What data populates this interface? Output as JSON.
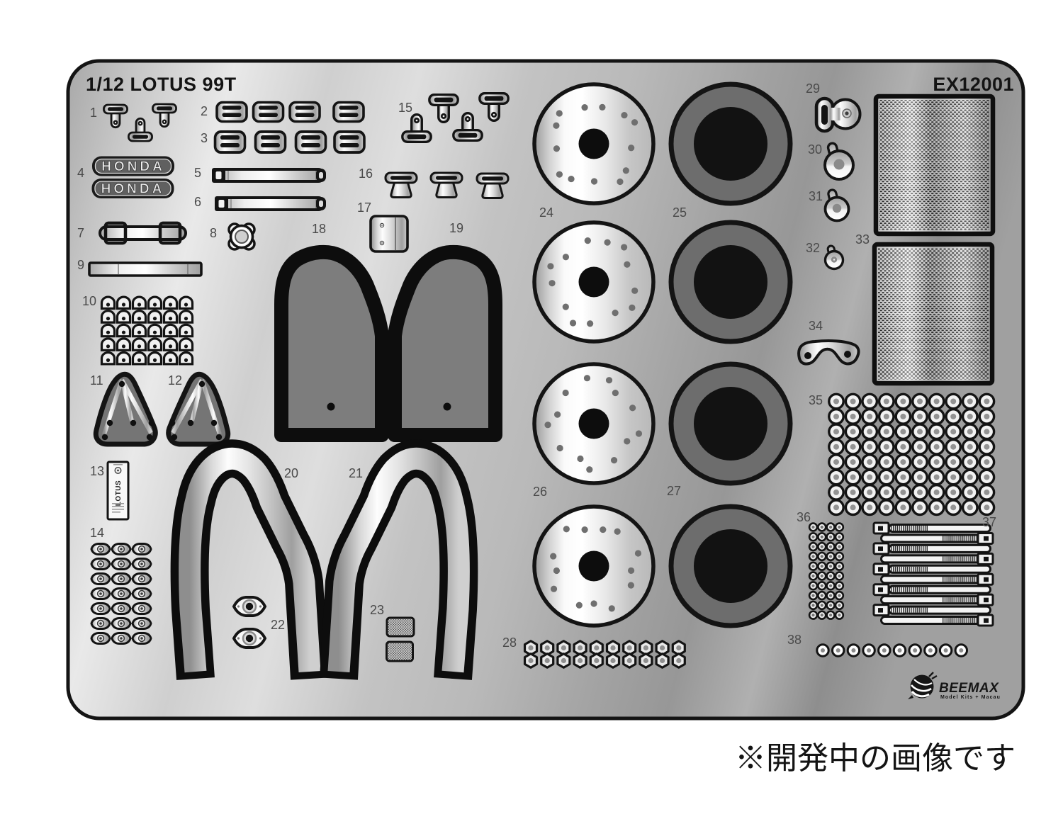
{
  "sheet": {
    "title": "1/12 LOTUS 99T",
    "product_code": "EX12001"
  },
  "decals": {
    "honda": "HONDA",
    "lotus": "LOTUS"
  },
  "brand": {
    "name": "BEEMAX",
    "tagline": "Model Kits + Macau"
  },
  "footer": {
    "note": "※開発中の画像です"
  },
  "part_numbers": [
    "1",
    "2",
    "3",
    "4",
    "5",
    "6",
    "7",
    "8",
    "9",
    "10",
    "11",
    "12",
    "13",
    "14",
    "15",
    "16",
    "17",
    "18",
    "19",
    "20",
    "21",
    "22",
    "23",
    "24",
    "25",
    "26",
    "27",
    "28",
    "29",
    "30",
    "31",
    "32",
    "33",
    "34",
    "35",
    "36",
    "37",
    "38"
  ]
}
